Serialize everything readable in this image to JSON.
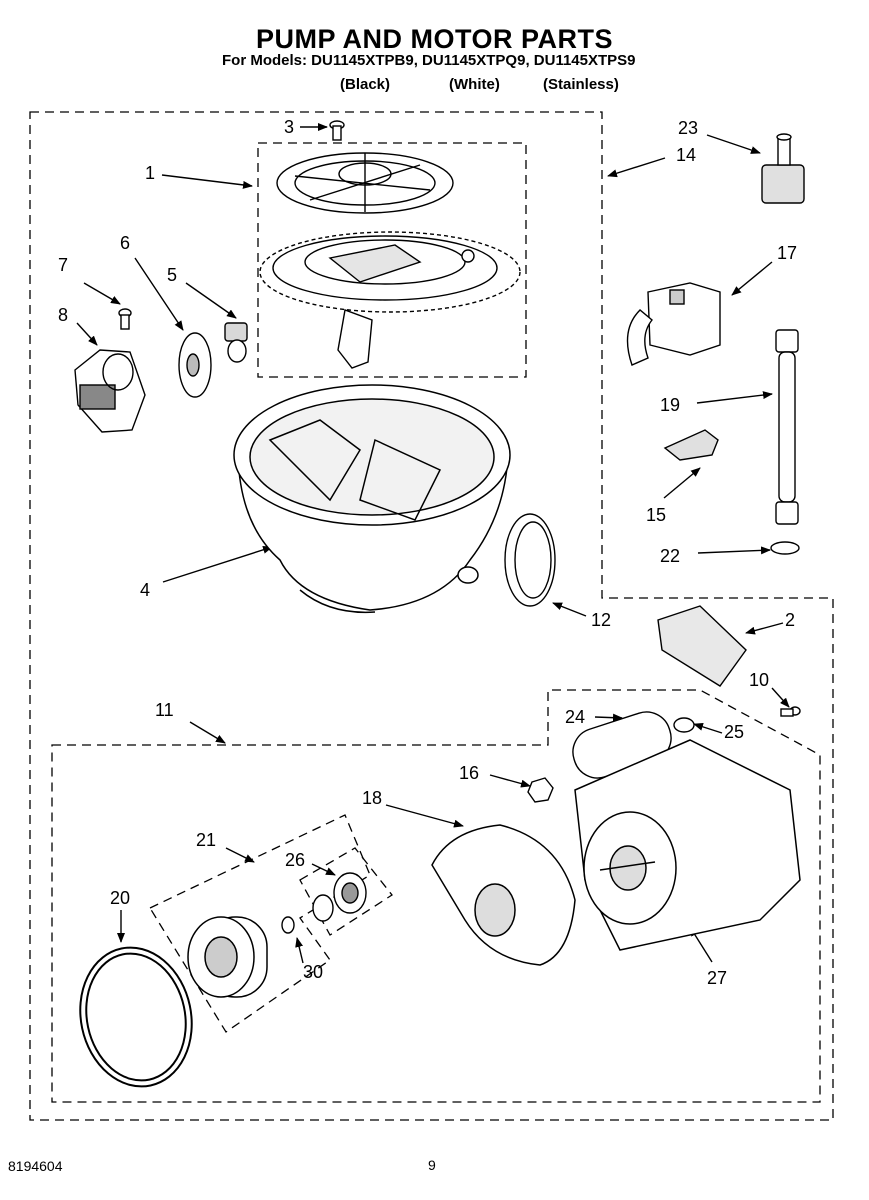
{
  "header": {
    "title": "PUMP AND MOTOR PARTS",
    "models_line": "For Models: DU1145XTPB9, DU1145XTPQ9, DU1145XTPS9",
    "variants": [
      "(Black)",
      "(White)",
      "(Stainless)"
    ]
  },
  "footer": {
    "doc_number": "8194604",
    "page_number": "9"
  },
  "callouts": [
    "1",
    "2",
    "3",
    "4",
    "5",
    "6",
    "7",
    "8",
    "10",
    "11",
    "12",
    "14",
    "15",
    "16",
    "17",
    "18",
    "19",
    "20",
    "21",
    "22",
    "23",
    "24",
    "25",
    "26",
    "27",
    "30"
  ]
}
